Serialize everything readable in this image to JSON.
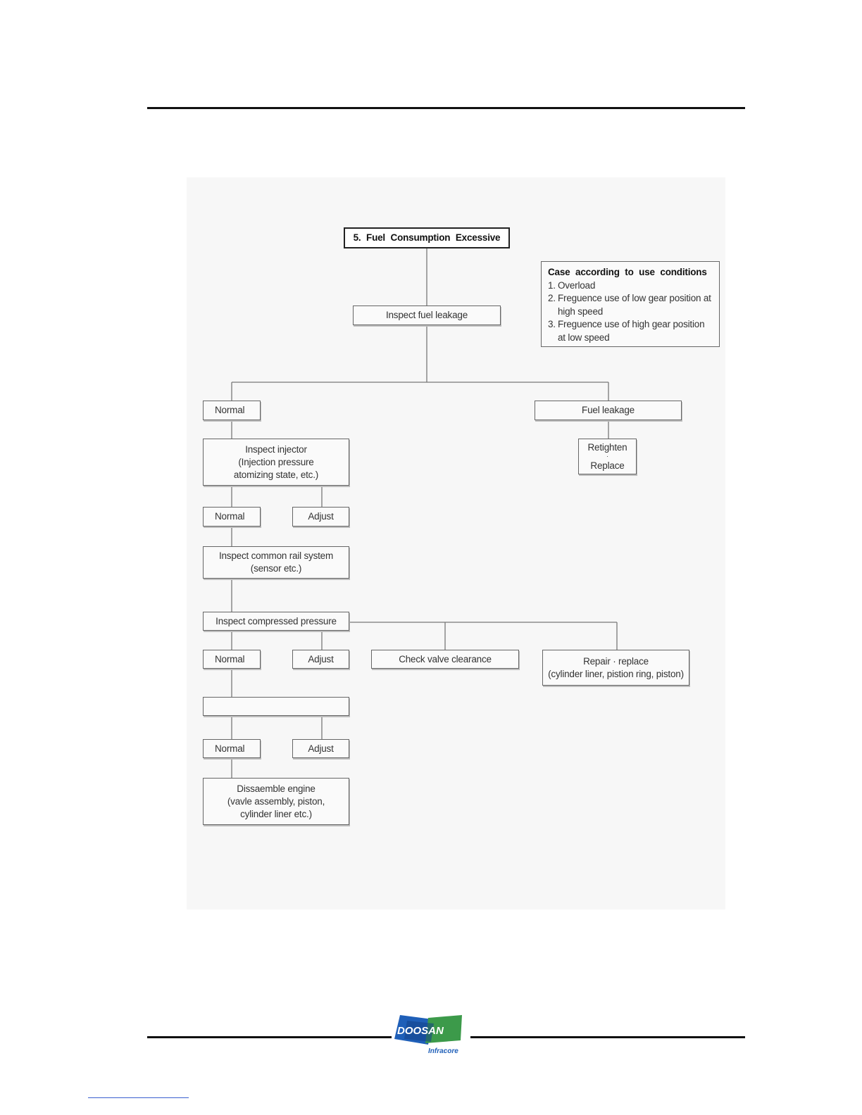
{
  "flowchart": {
    "title": "5.  Fuel  Consumption  Excessive",
    "step1": "Inspect fuel leakage",
    "branch_normal_1": "Normal",
    "branch_leak": "Fuel leakage",
    "leak_action_line1": "Retighten",
    "leak_action_line2": "·",
    "leak_action_line3": "Replace",
    "injector_line1": "Inspect injector",
    "injector_line2": "(Injection pressure",
    "injector_line3": "atomizing state, etc.)",
    "normal_2": "Normal",
    "adjust_1": "Adjust",
    "rail_line1": "Inspect common rail system",
    "rail_line2": "(sensor etc.)",
    "compressed": "Inspect compressed pressure",
    "normal_3": "Normal",
    "adjust_2": "Adjust",
    "valve_clearance": "Check valve clearance",
    "repair_line1": "Repair · replace",
    "repair_line2": "(cylinder liner, pistion ring, piston)",
    "blank_step": "",
    "normal_4": "Normal",
    "adjust_3": "Adjust",
    "disassemble_line1": "Dissaemble engine",
    "disassemble_line2": "(vavle assembly, piston,",
    "disassemble_line3": "cylinder liner etc.)"
  },
  "conditions": {
    "heading": "Case  according  to  use  conditions",
    "items": [
      {
        "num": "1.",
        "text": "Overload"
      },
      {
        "num": "2.",
        "text": "Freguence use of low gear position at high speed"
      },
      {
        "num": "3.",
        "text": "Freguence use of high gear position at low speed"
      }
    ]
  },
  "footer": {
    "logo_text": "DOOSAN",
    "logo_sub": "Infracore",
    "logo_colors": {
      "blue": "#1f5fb8",
      "green": "#3c9a4a",
      "dark": "#123f86"
    }
  }
}
